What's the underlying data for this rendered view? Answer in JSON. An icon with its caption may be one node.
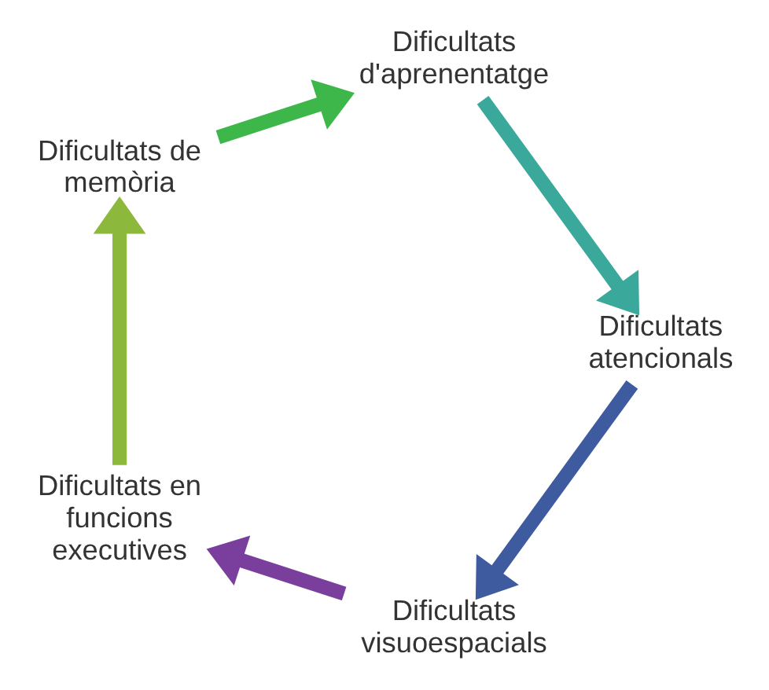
{
  "diagram": {
    "nodes": [
      {
        "text": [
          "Dificultats visuoespacials"
        ]
      },
      {
        "text": [
          "Dificultats en funcions executives"
        ]
      },
      {
        "text": [
          "Dificultats de memòria"
        ]
      },
      {
        "text": [
          "Dificultats d'aprenentatge"
        ]
      },
      {
        "text": [
          "Dificultats atencionals"
        ]
      }
    ],
    "edges": [
      {
        "from": 0,
        "to": 1,
        "arrow": "to",
        "color": "#7a3e9d"
      },
      {
        "from": 1,
        "to": 2,
        "arrow": "to",
        "color": "#8cb83c"
      },
      {
        "from": 2,
        "to": 3,
        "arrow": "to",
        "color": "#3db64a"
      },
      {
        "from": 3,
        "to": 4,
        "arrow": "to",
        "color": "#3aa89b"
      },
      {
        "from": 4,
        "to": 0,
        "arrow": "to",
        "color": "#3f5b9f"
      }
    ]
  }
}
